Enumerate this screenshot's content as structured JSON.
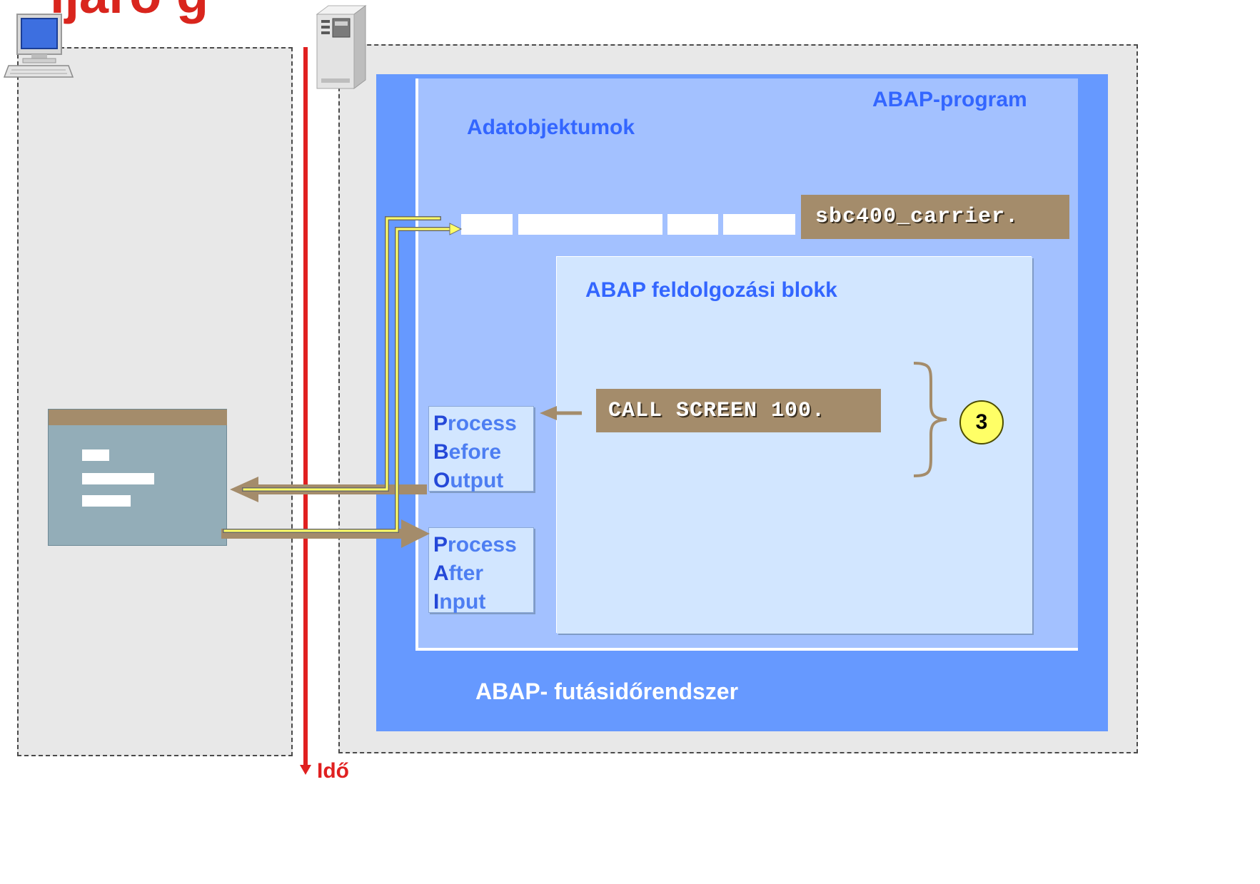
{
  "title_fragment": "ljáró  g",
  "labels": {
    "abap_program": "ABAP-program",
    "data_objects": "Adatobjektumok",
    "processing_block": "ABAP feldolgozási blokk",
    "runtime_system": "ABAP- futásidőrendszer",
    "time": "Idő"
  },
  "code": {
    "tables_statement": "sbc400_carrier.",
    "call_screen": "CALL SCREEN 100."
  },
  "pbo": {
    "l1_cap": "P",
    "l1_rest": "rocess",
    "l2_cap": "B",
    "l2_rest": "efore",
    "l3_cap": "O",
    "l3_rest": "utput"
  },
  "pai": {
    "l1_cap": "P",
    "l1_rest": "rocess",
    "l2_cap": "A",
    "l2_rest": "fter",
    "l3_cap": "I",
    "l3_rest": "nput"
  },
  "step_badge": "3",
  "icons": [
    "presentation-server-pc-icon",
    "application-server-icon"
  ],
  "colors": {
    "runtime_blue": "#6699ff",
    "program_blue": "#a3c1ff",
    "block_blue": "#d2e6ff",
    "label_blue": "#3366ff",
    "code_brown": "#a48c6b",
    "time_red": "#e02020",
    "flow_yellow": "#ffff66"
  }
}
